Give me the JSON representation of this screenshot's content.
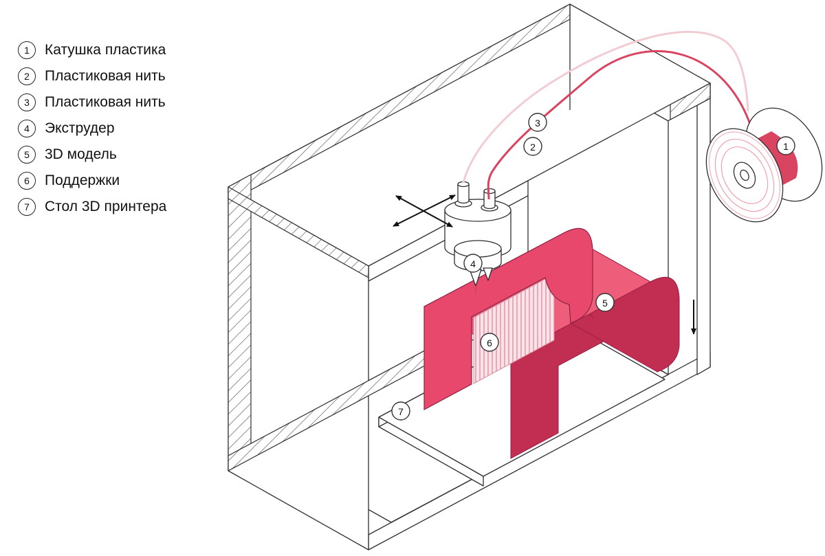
{
  "legend": {
    "items": [
      {
        "num": "1",
        "label": "Катушка пластика"
      },
      {
        "num": "2",
        "label": "Пластиковая нить"
      },
      {
        "num": "3",
        "label": "Пластиковая нить"
      },
      {
        "num": "4",
        "label": "Экструдер"
      },
      {
        "num": "5",
        "label": "3D модель"
      },
      {
        "num": "6",
        "label": "Поддержки"
      },
      {
        "num": "7",
        "label": "Стол 3D принтера"
      }
    ]
  },
  "diagram": {
    "colors": {
      "line": "#2e2e2e",
      "hatch": "#8f8f8f",
      "model-red": "#e8486b",
      "model-mid": "#ee5d7a",
      "model-dark": "#c22d52",
      "model-deep": "#a92848",
      "support-bg": "#fbe4e9",
      "support-line": "#e78fa2",
      "filament-red": "#d94560",
      "filament-pale": "#f2ccd3"
    }
  }
}
